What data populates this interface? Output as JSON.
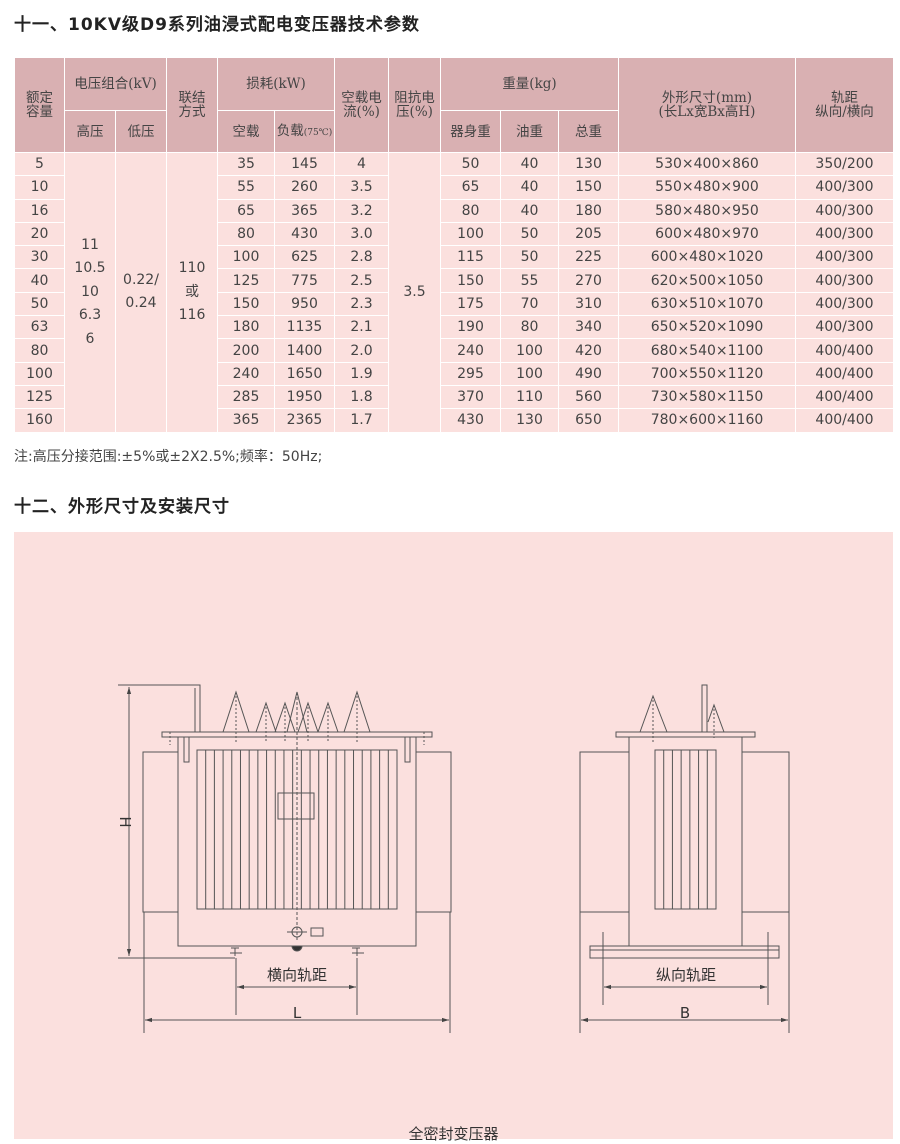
{
  "section11": {
    "title": "十一、10KV级D9系列油浸式配电变压器技术参数"
  },
  "table": {
    "headers": {
      "capacity": "额定\n容量",
      "voltage": "电压组合(kV)",
      "hv": "高压",
      "lv": "低压",
      "connection": "联结\n方式",
      "loss": "损耗(kW)",
      "noload": "空载",
      "load": "负载",
      "load_temp": "(75℃)",
      "current": "空载电\n流(%)",
      "impedance": "阻抗电\n压(%)",
      "weight": "重量(kg)",
      "body": "器身重",
      "oil": "油重",
      "total": "总重",
      "dims": "外形尺寸(mm)\n(长Lx宽Bx高H)",
      "gauge": "轨距\n纵向/横向"
    },
    "merged": {
      "hv": "11\n10.5\n10\n6.3\n6",
      "lv": "0.22/\n0.24",
      "connection": "110\n或\n116",
      "impedance": "3.5"
    },
    "rows": [
      [
        "5",
        "35",
        "145",
        "4",
        "50",
        "40",
        "130",
        "530×400×860",
        "350/200"
      ],
      [
        "10",
        "55",
        "260",
        "3.5",
        "65",
        "40",
        "150",
        "550×480×900",
        "400/300"
      ],
      [
        "16",
        "65",
        "365",
        "3.2",
        "80",
        "40",
        "180",
        "580×480×950",
        "400/300"
      ],
      [
        "20",
        "80",
        "430",
        "3.0",
        "100",
        "50",
        "205",
        "600×480×970",
        "400/300"
      ],
      [
        "30",
        "100",
        "625",
        "2.8",
        "115",
        "50",
        "225",
        "600×480×1020",
        "400/300"
      ],
      [
        "40",
        "125",
        "775",
        "2.5",
        "150",
        "55",
        "270",
        "620×500×1050",
        "400/300"
      ],
      [
        "50",
        "150",
        "950",
        "2.3",
        "175",
        "70",
        "310",
        "630×510×1070",
        "400/300"
      ],
      [
        "63",
        "180",
        "1135",
        "2.1",
        "190",
        "80",
        "340",
        "650×520×1090",
        "400/300"
      ],
      [
        "80",
        "200",
        "1400",
        "2.0",
        "240",
        "100",
        "420",
        "680×540×1100",
        "400/400"
      ],
      [
        "100",
        "240",
        "1650",
        "1.9",
        "295",
        "100",
        "490",
        "700×550×1120",
        "400/400"
      ],
      [
        "125",
        "285",
        "1950",
        "1.8",
        "370",
        "110",
        "560",
        "730×580×1150",
        "400/400"
      ],
      [
        "160",
        "365",
        "2365",
        "1.7",
        "430",
        "130",
        "650",
        "780×600×1160",
        "400/400"
      ]
    ]
  },
  "note": "注:高压分接范围:±5%或±2X2.5%;频率：50Hz;",
  "section12": {
    "title": "十二、外形尺寸及安装尺寸"
  },
  "drawing": {
    "height_label": "H",
    "transverse_gauge": "横向轨距",
    "length_label": "L",
    "longitudinal_gauge": "纵向轨距",
    "width_label": "B",
    "caption": "全密封变压器"
  },
  "colors": {
    "header_bg": "#d9b0b2",
    "body_bg": "#fbe0de",
    "line": "#555555"
  }
}
